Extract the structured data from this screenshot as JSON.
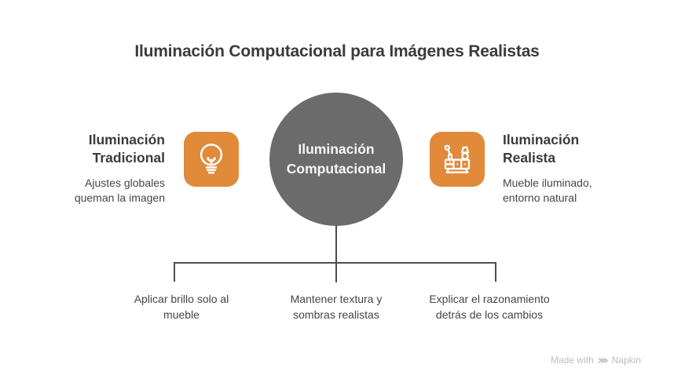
{
  "colors": {
    "background": "#FFFFFF",
    "accent": "#E08A3A",
    "node": "#6B6B6B",
    "node_text": "#F7F7F7",
    "heading": "#3B3B3B",
    "body": "#454545",
    "line": "#4D4D4D",
    "watermark": "#BDBDBD"
  },
  "title": "Iluminación Computacional para Imágenes Realistas",
  "center_node": {
    "label": "Iluminación\nComputacional"
  },
  "left_panel": {
    "heading": "Iluminación\nTradicional",
    "description": "Ajustes globales\nqueman la imagen",
    "icon": "lightbulb-icon"
  },
  "right_panel": {
    "heading": "Iluminación\nRealista",
    "description": "Mueble iluminado,\nentorno natural",
    "icon": "furniture-icon"
  },
  "branches": [
    {
      "label": "Aplicar brillo solo al\nmueble"
    },
    {
      "label": "Mantener textura y\nsombras realistas"
    },
    {
      "label": "Explicar el razonamiento\ndetrás de los cambios"
    }
  ],
  "watermark": {
    "prefix": "Made with",
    "brand": "Napkin",
    "icon": "napkin-logo-icon"
  }
}
